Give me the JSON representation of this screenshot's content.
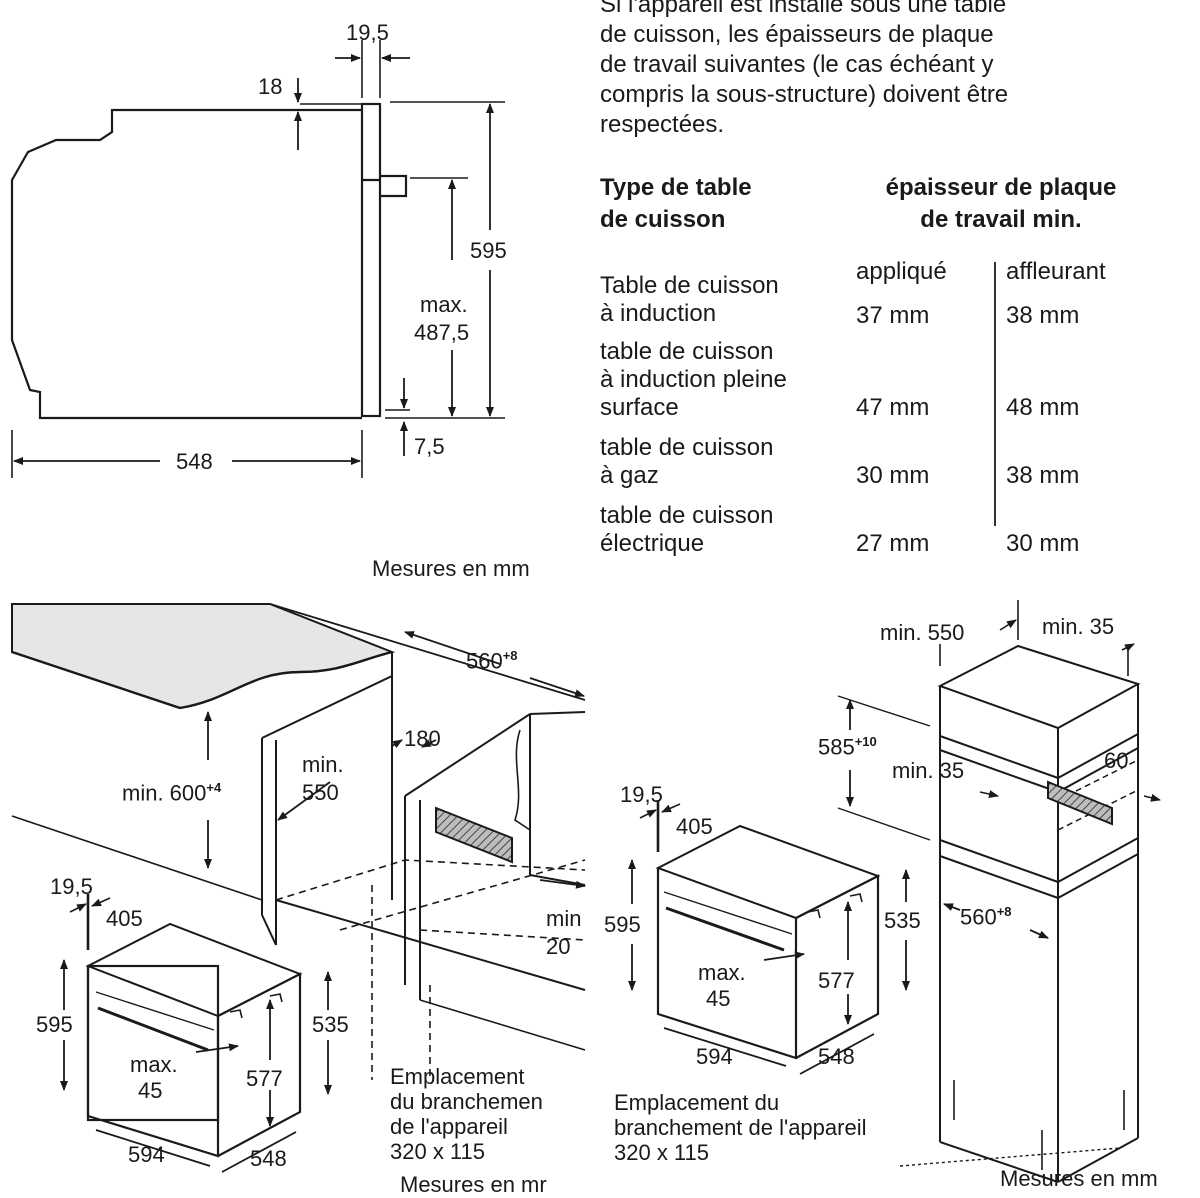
{
  "intro_lines": [
    "Si l'appareil est installé sous une table",
    "de cuisson, les épaisseurs de plaque",
    "de travail suivantes (le cas échéant y",
    "compris la sous-structure) doivent être",
    "respectées."
  ],
  "table": {
    "header_type": [
      "Type de table",
      "de cuisson"
    ],
    "header_thickness": [
      "épaisseur de plaque",
      "de travail min."
    ],
    "col_applied": "appliqué",
    "col_flush": "affleurant",
    "rows": [
      {
        "label": [
          "Table de cuisson",
          "à induction"
        ],
        "applied": "37 mm",
        "flush": "38 mm"
      },
      {
        "label": [
          "table de cuisson",
          "à induction pleine",
          "surface"
        ],
        "applied": "47 mm",
        "flush": "48 mm"
      },
      {
        "label": [
          "table de cuisson",
          "à gaz"
        ],
        "applied": "30 mm",
        "flush": "38 mm"
      },
      {
        "label": [
          "table de cuisson",
          "électrique"
        ],
        "applied": "27 mm",
        "flush": "30 mm"
      }
    ]
  },
  "side_view": {
    "dim_top_gap": "19,5",
    "dim_panel": "18",
    "dim_height": "595",
    "dim_max_label": "max.",
    "dim_max_value": "487,5",
    "dim_bottom": "7,5",
    "dim_depth": "548",
    "units": "Mesures en mm"
  },
  "under_counter": {
    "dim_niche_width": "560",
    "dim_niche_width_sup": "+8",
    "dim_height": "min. 600",
    "dim_height_sup": "+4",
    "dim_depth_label": "min.",
    "dim_depth_value": "550",
    "dim_180": "180",
    "dim_min": "min",
    "dim_min_value": "20",
    "oven_gap": "19,5",
    "oven_405": "405",
    "oven_595": "595",
    "oven_535": "535",
    "oven_577": "577",
    "oven_max": "max.",
    "oven_max_value": "45",
    "oven_594": "594",
    "oven_548": "548",
    "connection": [
      "Emplacement",
      "du branchemen",
      "de l'appareil",
      "320 x 115"
    ],
    "units": "Mesures en mr"
  },
  "tall_unit": {
    "dim_depth": "min. 550",
    "dim_gap": "min. 35",
    "dim_height": "585",
    "dim_height_sup": "+10",
    "dim_min35": "min. 35",
    "dim_60": "60",
    "dim_width": "560",
    "dim_width_sup": "+8",
    "oven_gap": "19,5",
    "oven_405": "405",
    "oven_595": "595",
    "oven_535": "535",
    "oven_577": "577",
    "oven_max": "max.",
    "oven_max_value": "45",
    "oven_594": "594",
    "oven_548": "548",
    "connection": [
      "Emplacement du",
      "branchement de l'appareil",
      "320 x 115"
    ],
    "units": "Mesures en mm"
  },
  "colors": {
    "line": "#1a1a1a",
    "hatch": "#555555",
    "countertop": "#e6e6e6"
  }
}
